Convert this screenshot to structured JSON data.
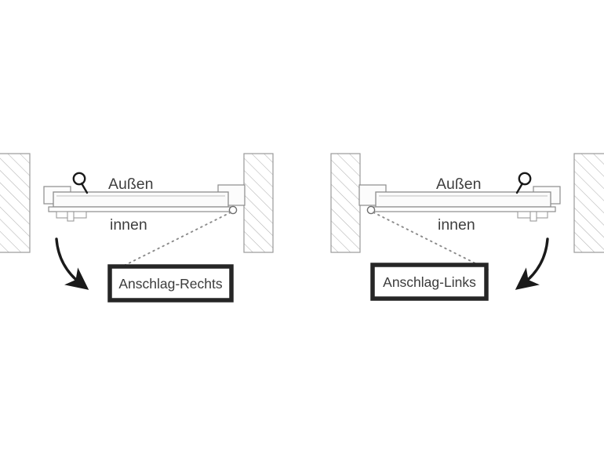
{
  "diagram": {
    "title": "Anschlagrichtung Tuer",
    "background_color": "#ffffff",
    "wall_fill": "#ffffff",
    "wall_stroke": "#9a9a9a",
    "hatch_color": "#a8a8a8",
    "door_stroke": "#8c8c8c",
    "door_fill": "#fbfbfb",
    "arrow_color": "#1a1a1a",
    "dotted_color": "#8a8a8a",
    "label_border_color": "#262626",
    "label_fill_color": "#ffffff",
    "text_color": "#3b3b3b"
  },
  "panels": [
    {
      "id": "left-panel",
      "name": "anschlag-rechts-panel",
      "outside_label": "Außen",
      "inside_label": "innen",
      "callout_label": "Anschlag-Rechts",
      "hinge_side": "right",
      "handle_side": "left",
      "swing_direction": "down-right"
    },
    {
      "id": "right-panel",
      "name": "anschlag-links-panel",
      "outside_label": "Außen",
      "inside_label": "innen",
      "callout_label": "Anschlag-Links",
      "hinge_side": "left",
      "handle_side": "right",
      "swing_direction": "down-left"
    }
  ],
  "icons": {
    "hinge_pivot": "hinge-pivot-icon",
    "handle_loop": "handle-loop-icon",
    "swing_arrow": "swing-arrow-icon",
    "leader_line": "leader-line-icon",
    "wall_hatch": "wall-hatch-icon"
  }
}
